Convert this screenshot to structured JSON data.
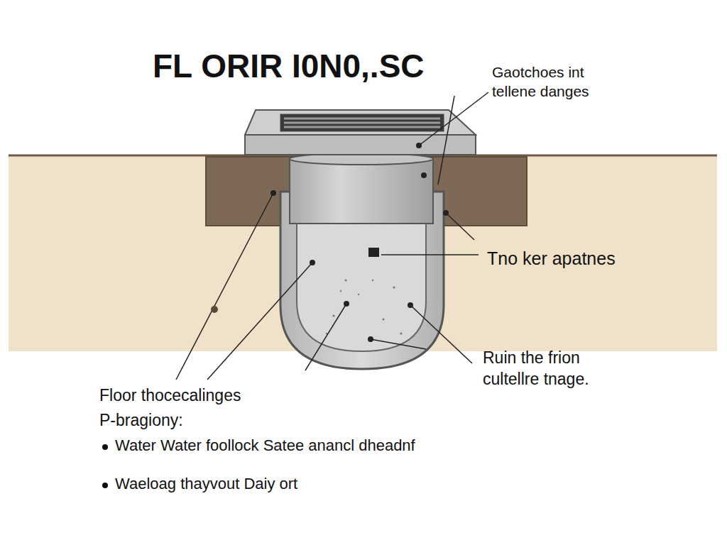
{
  "diagram": {
    "title": "FL ORIR I0N0,.SC",
    "labels": [
      "Gaotchoes int tellene danges",
      "Tno ker apatnes",
      "Ruin the frion cultellre tnage.",
      "Floor thocecalinges",
      "P-bragiony:",
      "Water Water foollock Satee anancl dheadnf",
      "Waeloag thayvout Daiy ort"
    ]
  }
}
